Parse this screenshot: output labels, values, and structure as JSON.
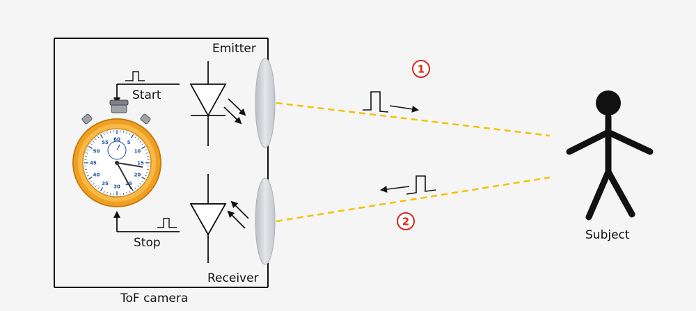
{
  "labels": {
    "emitter": "Emitter",
    "receiver": "Receiver",
    "start": "Start",
    "stop": "Stop",
    "camera": "ToF camera",
    "subject": "Subject"
  },
  "steps": {
    "one": "1",
    "two": "2"
  },
  "colors": {
    "beam": "#f2c200",
    "watch_case": "#f0a020",
    "watch_face": "#ffffff",
    "lens": "#d4d6d9",
    "step_marker": "#d9261c",
    "line": "#111111"
  },
  "dial_numbers": [
    "5",
    "10",
    "15",
    "20",
    "25",
    "30",
    "35",
    "40",
    "45",
    "50",
    "55",
    "60"
  ],
  "icons": [
    "stopwatch-icon",
    "photodiode-icon",
    "led-icon",
    "stick-figure-icon",
    "pulse-icon",
    "arrow-icon"
  ]
}
